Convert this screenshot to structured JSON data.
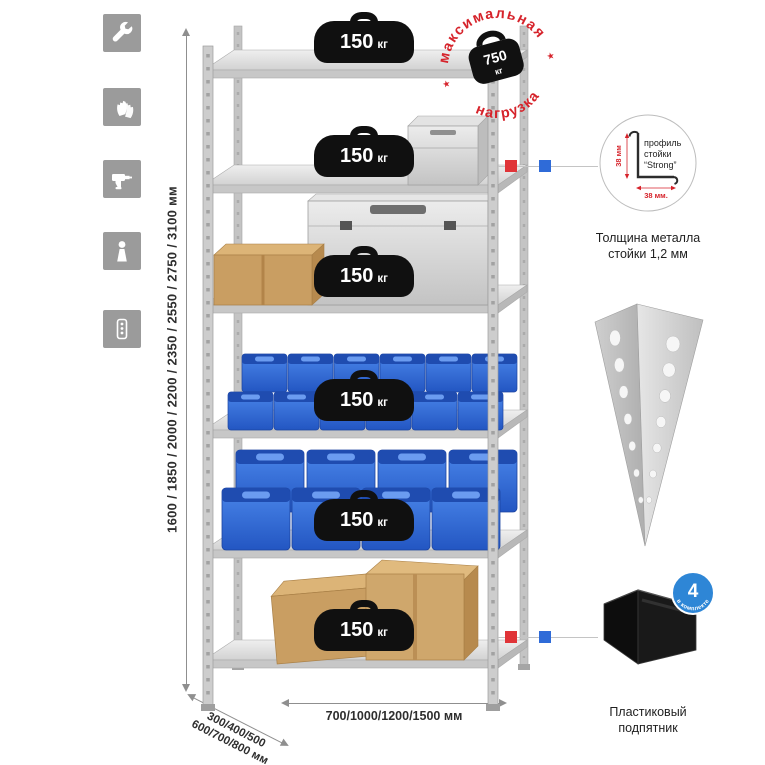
{
  "sidebar": {
    "icons": [
      {
        "name": "wrench-icon"
      },
      {
        "name": "gloves-icon"
      },
      {
        "name": "drill-icon"
      },
      {
        "name": "person-icon"
      },
      {
        "name": "fastener-icon"
      }
    ]
  },
  "rack": {
    "weights": [
      {
        "value": "150",
        "unit": "кг"
      },
      {
        "value": "150",
        "unit": "кг"
      },
      {
        "value": "150",
        "unit": "кг"
      },
      {
        "value": "150",
        "unit": "кг"
      },
      {
        "value": "150",
        "unit": "кг"
      },
      {
        "value": "150",
        "unit": "кг"
      }
    ]
  },
  "stamp": {
    "arc_top": "максимальная",
    "arc_bottom": "нагрузка",
    "star": "★",
    "value": "750",
    "unit": "кг"
  },
  "profile_note": {
    "line1": "профиль",
    "line2": "стойки",
    "line3": "“Strong”",
    "dim_vertical": "38 мм",
    "dim_horizontal": "38 мм.",
    "caption": "Толщина металла стойки 1,2 мм"
  },
  "foot_note": {
    "badge_value": "4",
    "badge_text": "в комплекте",
    "caption": "Пластиковый подпятник"
  },
  "dims": {
    "height": "1600 / 1850 / 2000 / 2200 / 2350 / 2550 / 2750 / 3100 мм",
    "depth_line1": "300/400/500",
    "depth_line2": "600/700/800 мм",
    "width": "700/1000/1200/1500 мм"
  },
  "colors": {
    "accent_red": "#d6232b",
    "accent_blue": "#2f6bd8",
    "bin_blue": "#2f63cf",
    "badge_blue": "#2e86d6",
    "metal_gray": "#cccccc"
  }
}
